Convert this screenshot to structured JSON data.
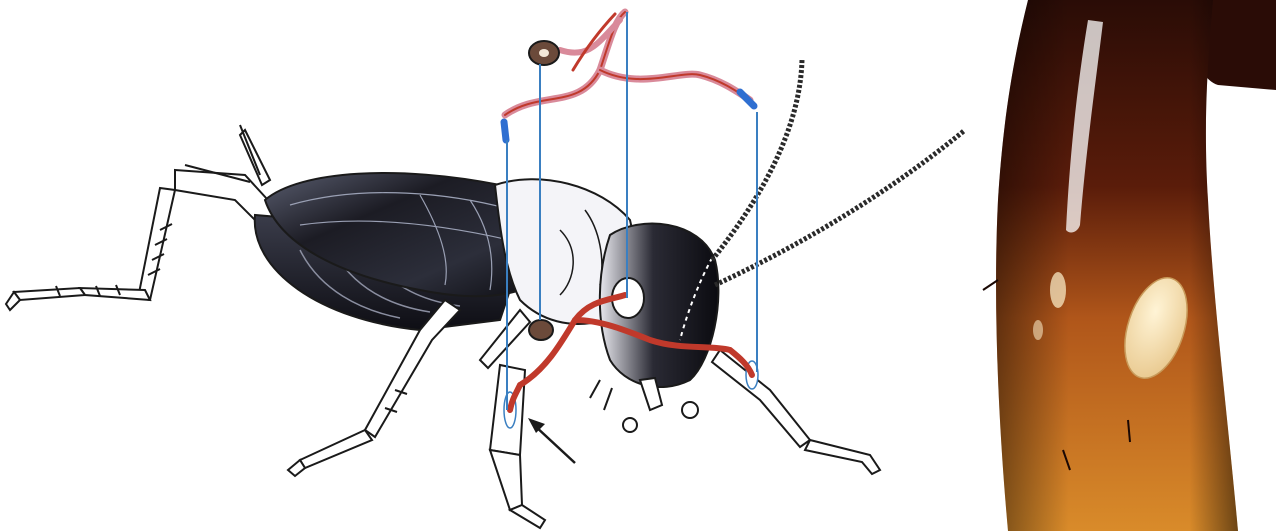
{
  "figure": {
    "panels": [
      {
        "id": "A",
        "kind": "schematic-drawing",
        "subject": "cricket-lateral-view"
      },
      {
        "id": "B",
        "kind": "photograph",
        "subject": "leg-tibia-closeup"
      }
    ]
  },
  "colors": {
    "body_dark": "#1c1c24",
    "body_highlight": "#7b7f93",
    "outline": "#1a1a1a",
    "trachea_red": "#c0392b",
    "trachea_pink": "#d98a9a",
    "leader_line_blue": "#3a7fc1",
    "tip_blue": "#2f6fd1",
    "spiracle_brown": "#6b4a3a",
    "photo_dark": "#3a1208",
    "photo_mid": "#8a3a10",
    "photo_light": "#d98b2a",
    "tympanum_cream": "#f2dcae"
  },
  "icons": {
    "arrow_left": "arrow-icon",
    "arrow_right": "arrow-icon"
  }
}
